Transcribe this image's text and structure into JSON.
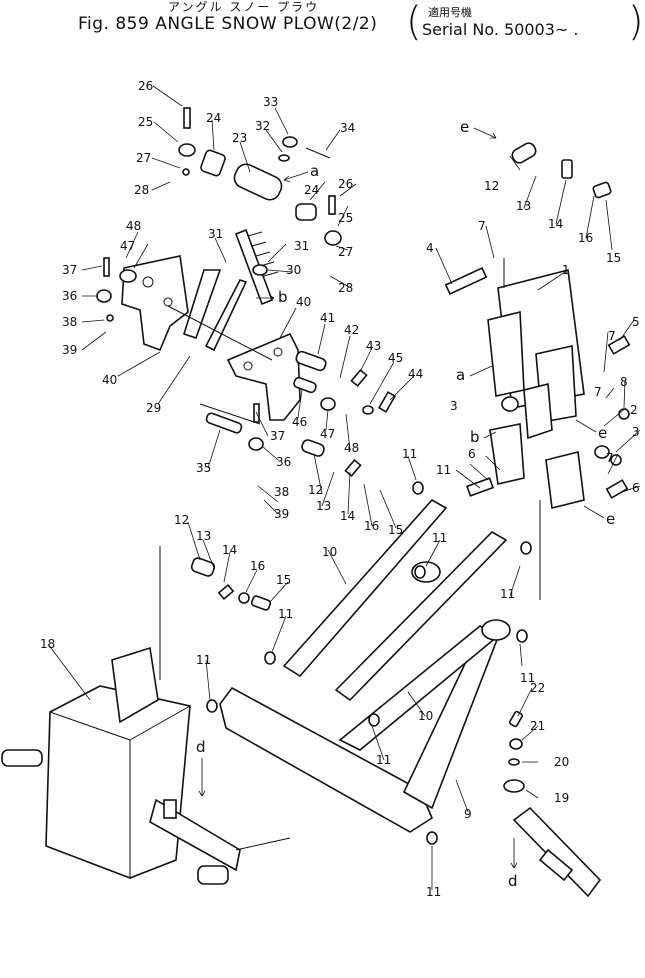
{
  "header": {
    "title_jp": "アングル スノー プラウ",
    "title": "Fig. 859  ANGLE  SNOW  PLOW(2/2)",
    "applicable_jp": "適用号機",
    "serial": "Serial No. 50003~   ."
  },
  "callouts": [
    "26",
    "25",
    "24",
    "23",
    "33",
    "32",
    "34",
    "27",
    "28",
    "24",
    "26",
    "25",
    "31",
    "27",
    "30",
    "28",
    "48",
    "47",
    "37",
    "36",
    "38",
    "39",
    "40",
    "31",
    "29",
    "40",
    "41",
    "42",
    "43",
    "45",
    "44",
    "46",
    "47",
    "48",
    "37",
    "36",
    "35",
    "12",
    "13",
    "14",
    "16",
    "15",
    "38",
    "39",
    "12",
    "13",
    "14",
    "16",
    "15",
    "11",
    "11",
    "10",
    "11",
    "11",
    "18",
    "11",
    "10",
    "11",
    "11",
    "9",
    "11",
    "22",
    "21",
    "20",
    "19",
    "12",
    "13",
    "14",
    "16",
    "15",
    "7",
    "4",
    "1",
    "5",
    "7",
    "8",
    "7",
    "2",
    "3",
    "3",
    "7",
    "6",
    "6",
    "11"
  ],
  "letters": [
    "a",
    "b",
    "d",
    "d",
    "e",
    "a",
    "b",
    "e",
    "e"
  ]
}
